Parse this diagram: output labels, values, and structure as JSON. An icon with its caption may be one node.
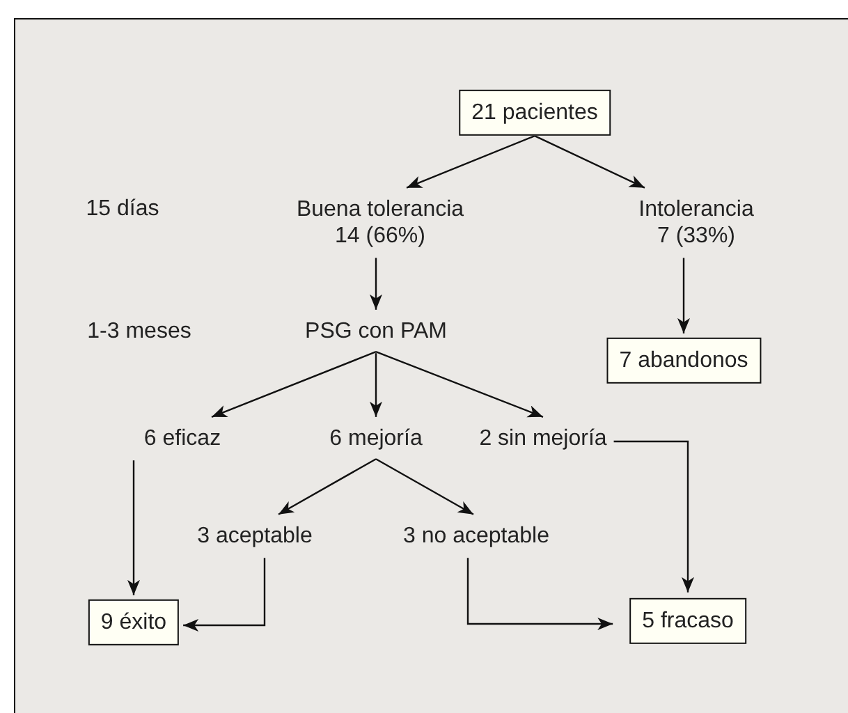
{
  "diagram": {
    "nodes": [
      {
        "text": [
          "21 pacientes"
        ]
      },
      {
        "text": [
          "Buena tolerancia 14 (66%)"
        ]
      },
      {
        "text": [
          "Intolerancia 7 (33%)"
        ]
      },
      {
        "text": [
          "PSG con PAM"
        ]
      },
      {
        "text": [
          "7 abandonos"
        ]
      },
      {
        "text": [
          "6 eficaz"
        ]
      },
      {
        "text": [
          "6 mejoría"
        ]
      },
      {
        "text": [
          "2 sin mejoría"
        ]
      },
      {
        "text": [
          "3 aceptable"
        ]
      },
      {
        "text": [
          "3 no aceptable"
        ]
      },
      {
        "text": [
          "9 éxito"
        ]
      },
      {
        "text": [
          "5 fracaso"
        ]
      }
    ],
    "edges": [
      {
        "from": 0,
        "to": 1,
        "arrow": "to"
      },
      {
        "from": 0,
        "to": 2,
        "arrow": "to"
      },
      {
        "from": 1,
        "to": 3,
        "arrow": "to"
      },
      {
        "from": 2,
        "to": 4,
        "arrow": "to"
      },
      {
        "from": 3,
        "to": 5,
        "arrow": "to"
      },
      {
        "from": 3,
        "to": 6,
        "arrow": "to"
      },
      {
        "from": 3,
        "to": 7,
        "arrow": "to"
      },
      {
        "from": 6,
        "to": 8,
        "arrow": "to"
      },
      {
        "from": 6,
        "to": 9,
        "arrow": "to"
      },
      {
        "from": 5,
        "to": 10,
        "arrow": "to"
      },
      {
        "from": 8,
        "to": 10,
        "arrow": "to"
      },
      {
        "from": 9,
        "to": 11,
        "arrow": "to"
      },
      {
        "from": 7,
        "to": 11,
        "arrow": "to"
      }
    ],
    "labels": [
      "15 días",
      "1-3 meses"
    ]
  }
}
